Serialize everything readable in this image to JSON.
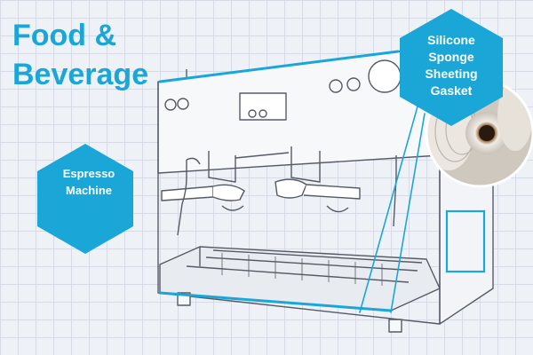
{
  "headline": {
    "line1": "Food &",
    "line2": "Beverage"
  },
  "machine_label": {
    "line1": "Espresso",
    "line2": "Machine"
  },
  "material_label": {
    "line1": "Silicone",
    "line2": "Sponge",
    "line3": "Sheeting",
    "line4": "Gasket"
  },
  "colors": {
    "accent": "#1aa7d8",
    "outline": "#555b66",
    "grid": "#d6dbe6",
    "background": "#eef1f6",
    "label_text": "#ffffff"
  },
  "icons": {
    "machine": "espresso-machine-line-drawing",
    "callout": "hexagon-badge",
    "material": "rolled-silicone-sheet-photo"
  }
}
